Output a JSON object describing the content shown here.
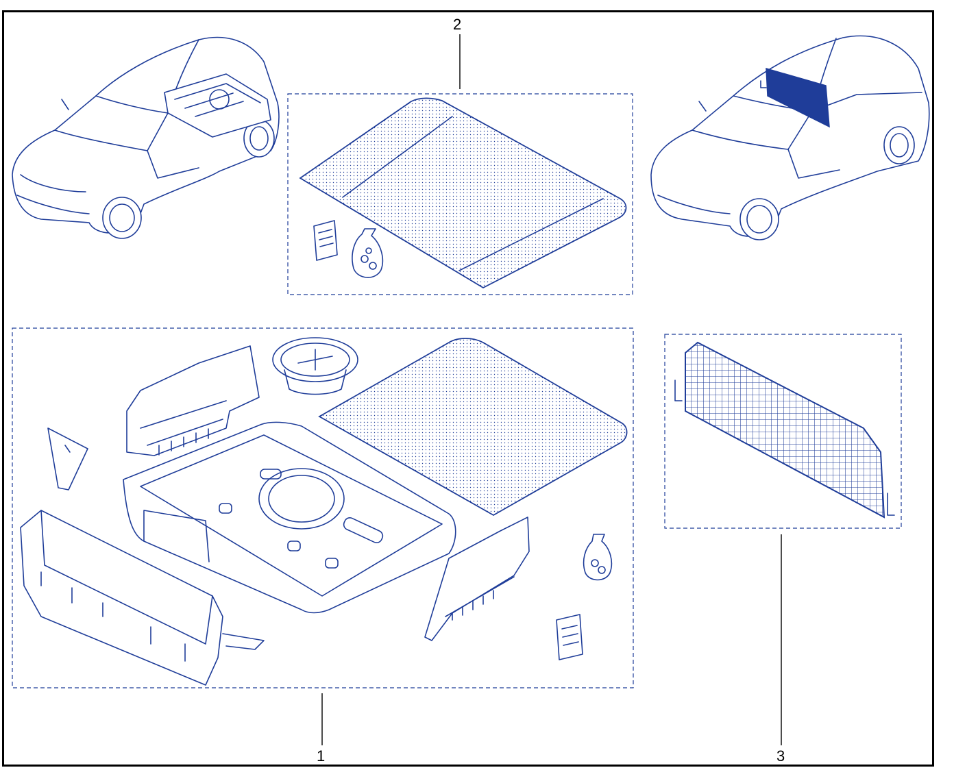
{
  "callouts": {
    "item_1": "1",
    "item_2": "2",
    "item_3": "3"
  },
  "colors": {
    "line": "#1f3d99",
    "frame": "#000000",
    "background": "#ffffff"
  }
}
